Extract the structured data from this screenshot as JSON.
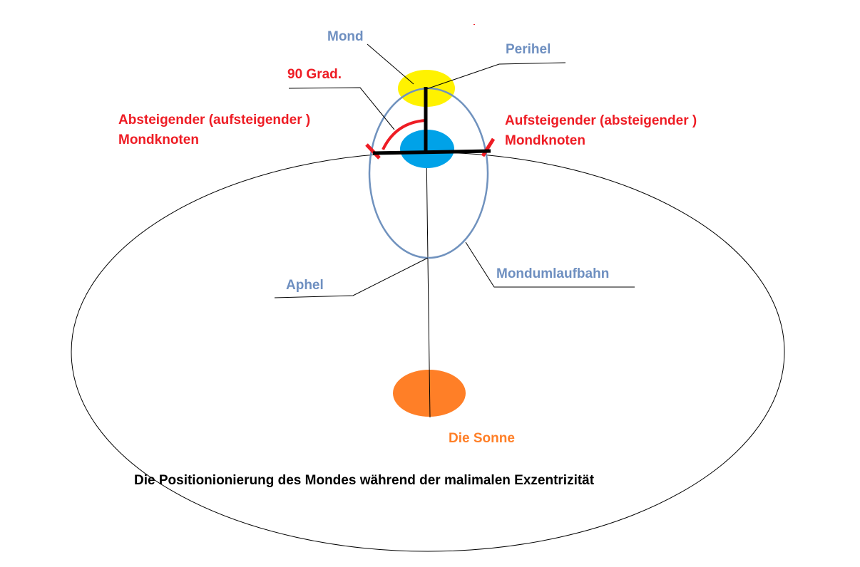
{
  "labels": {
    "moon": "Mond",
    "perihelion": "Perihel",
    "right_angle": "90 Grad.",
    "descending_node_line1": "Absteigender (aufsteigender )",
    "descending_node_line2": "Mondknoten",
    "ascending_node_line1": "Aufsteigender (absteigender )",
    "ascending_node_line2": "Mondknoten",
    "aphelion": "Aphel",
    "moon_orbit": "Mondumlaufbahn",
    "sun": "Die Sonne",
    "caption": "Die Positionionierung des Mondes während der malimalen Exzentrizität"
  },
  "colors": {
    "moon": "#fff200",
    "earth": "#00a2e8",
    "sun": "#ff7f27",
    "orbit": "#7092be",
    "node_marks": "#ee1c24"
  }
}
